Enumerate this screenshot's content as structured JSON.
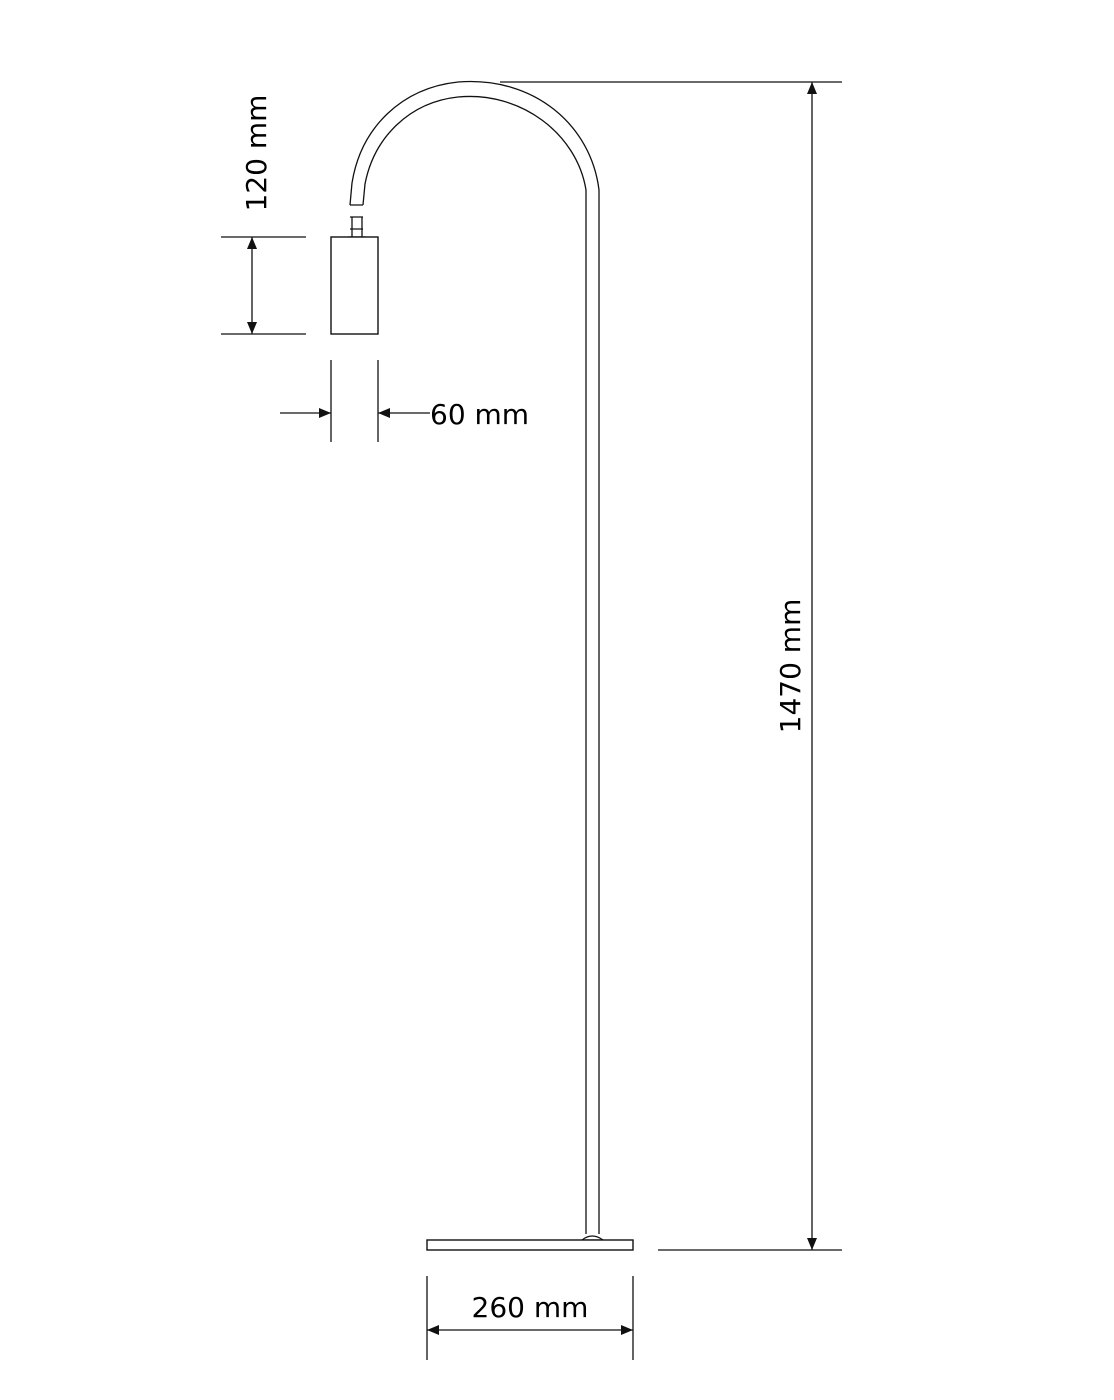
{
  "dimensions": {
    "shade_height": "120 mm",
    "shade_width": "60 mm",
    "total_height": "1470 mm",
    "base_width": "260 mm"
  },
  "colors": {
    "line": "#111111",
    "background": "#ffffff"
  }
}
